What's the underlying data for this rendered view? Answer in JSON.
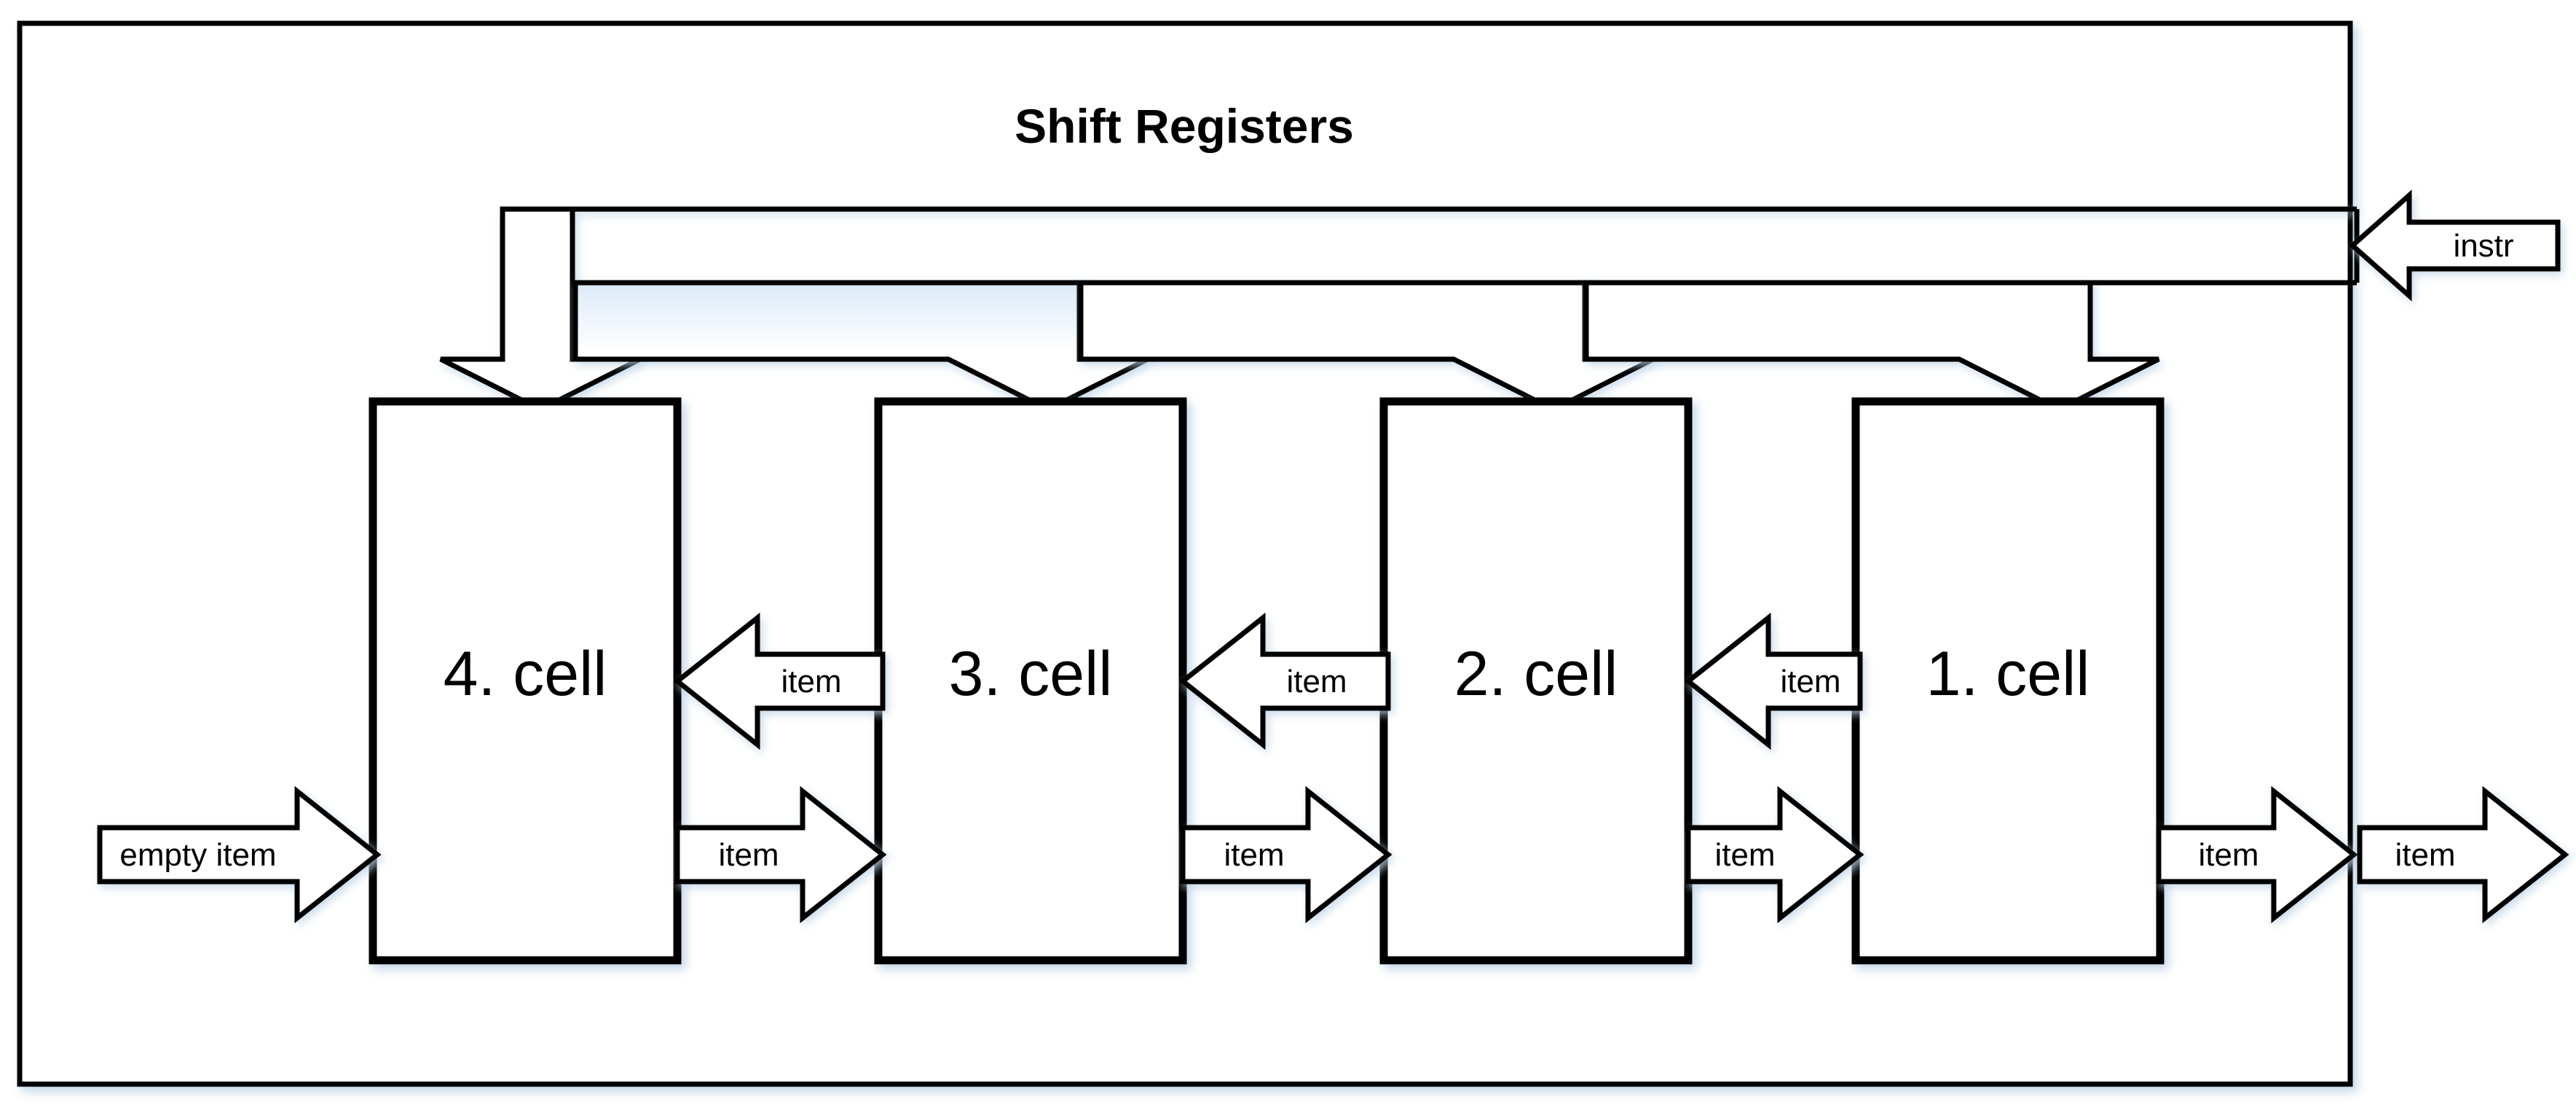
{
  "diagram": {
    "title": "Shift Registers",
    "frame_name": "shift-registers-frame",
    "colors": {
      "stroke": "#000000",
      "fill": "#ffffff",
      "shadow": "#d6e4f0",
      "gradient_tint": "#dfeaf6"
    },
    "cells": [
      {
        "id": "cell-4",
        "label": "4. cell"
      },
      {
        "id": "cell-3",
        "label": "3. cell"
      },
      {
        "id": "cell-2",
        "label": "2. cell"
      },
      {
        "id": "cell-1",
        "label": "1. cell"
      }
    ],
    "control": {
      "input_label": "instr",
      "bus_name": "instr-bus"
    },
    "flow": {
      "input_label": "empty item",
      "forward_labels": [
        "item",
        "item",
        "item",
        "item"
      ],
      "output_label": "item",
      "backward_labels": [
        "item",
        "item",
        "item"
      ]
    }
  }
}
